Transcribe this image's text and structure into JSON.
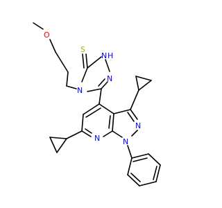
{
  "colors": {
    "bond": "#000000",
    "nitrogen": "#0000FF",
    "oxygen": "#FF0000",
    "sulfur": "#B2B200",
    "background": "#FFFFFF"
  },
  "atoms": {
    "o_methoxy": "O",
    "s_thione": "S",
    "n_h_triazole": "N",
    "h_triazole": "H",
    "n_triazole_2": "N",
    "n_triazole_4": "N",
    "n_pyrazole_2": "N",
    "n_pyrazole_1": "N",
    "n_pyridine": "N"
  }
}
